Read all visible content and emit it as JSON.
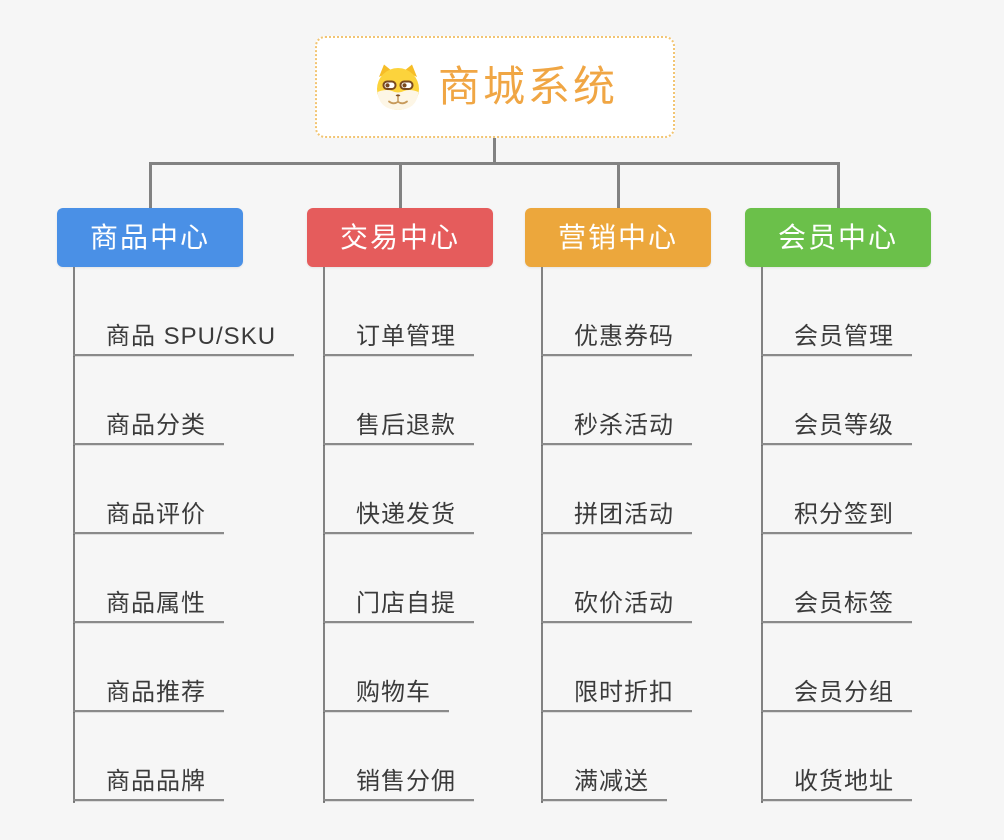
{
  "page": {
    "background": "#f6f6f6"
  },
  "root": {
    "title": "商城系统",
    "icon": "doge-face-icon",
    "text_color": "#f0a644",
    "border_color": "#f2c573"
  },
  "connector_color": "#828282",
  "branches": [
    {
      "label": "商品中心",
      "color": "#4a90e6",
      "items": [
        "商品 SPU/SKU",
        "商品分类",
        "商品评价",
        "商品属性",
        "商品推荐",
        "商品品牌"
      ]
    },
    {
      "label": "交易中心",
      "color": "#e55c5c",
      "items": [
        "订单管理",
        "售后退款",
        "快递发货",
        "门店自提",
        "购物车",
        "销售分佣"
      ]
    },
    {
      "label": "营销中心",
      "color": "#eca73c",
      "items": [
        "优惠券码",
        "秒杀活动",
        "拼团活动",
        "砍价活动",
        "限时折扣",
        "满减送"
      ]
    },
    {
      "label": "会员中心",
      "color": "#6bc04a",
      "items": [
        "会员管理",
        "会员等级",
        "积分签到",
        "会员标签",
        "会员分组",
        "收货地址"
      ]
    }
  ]
}
